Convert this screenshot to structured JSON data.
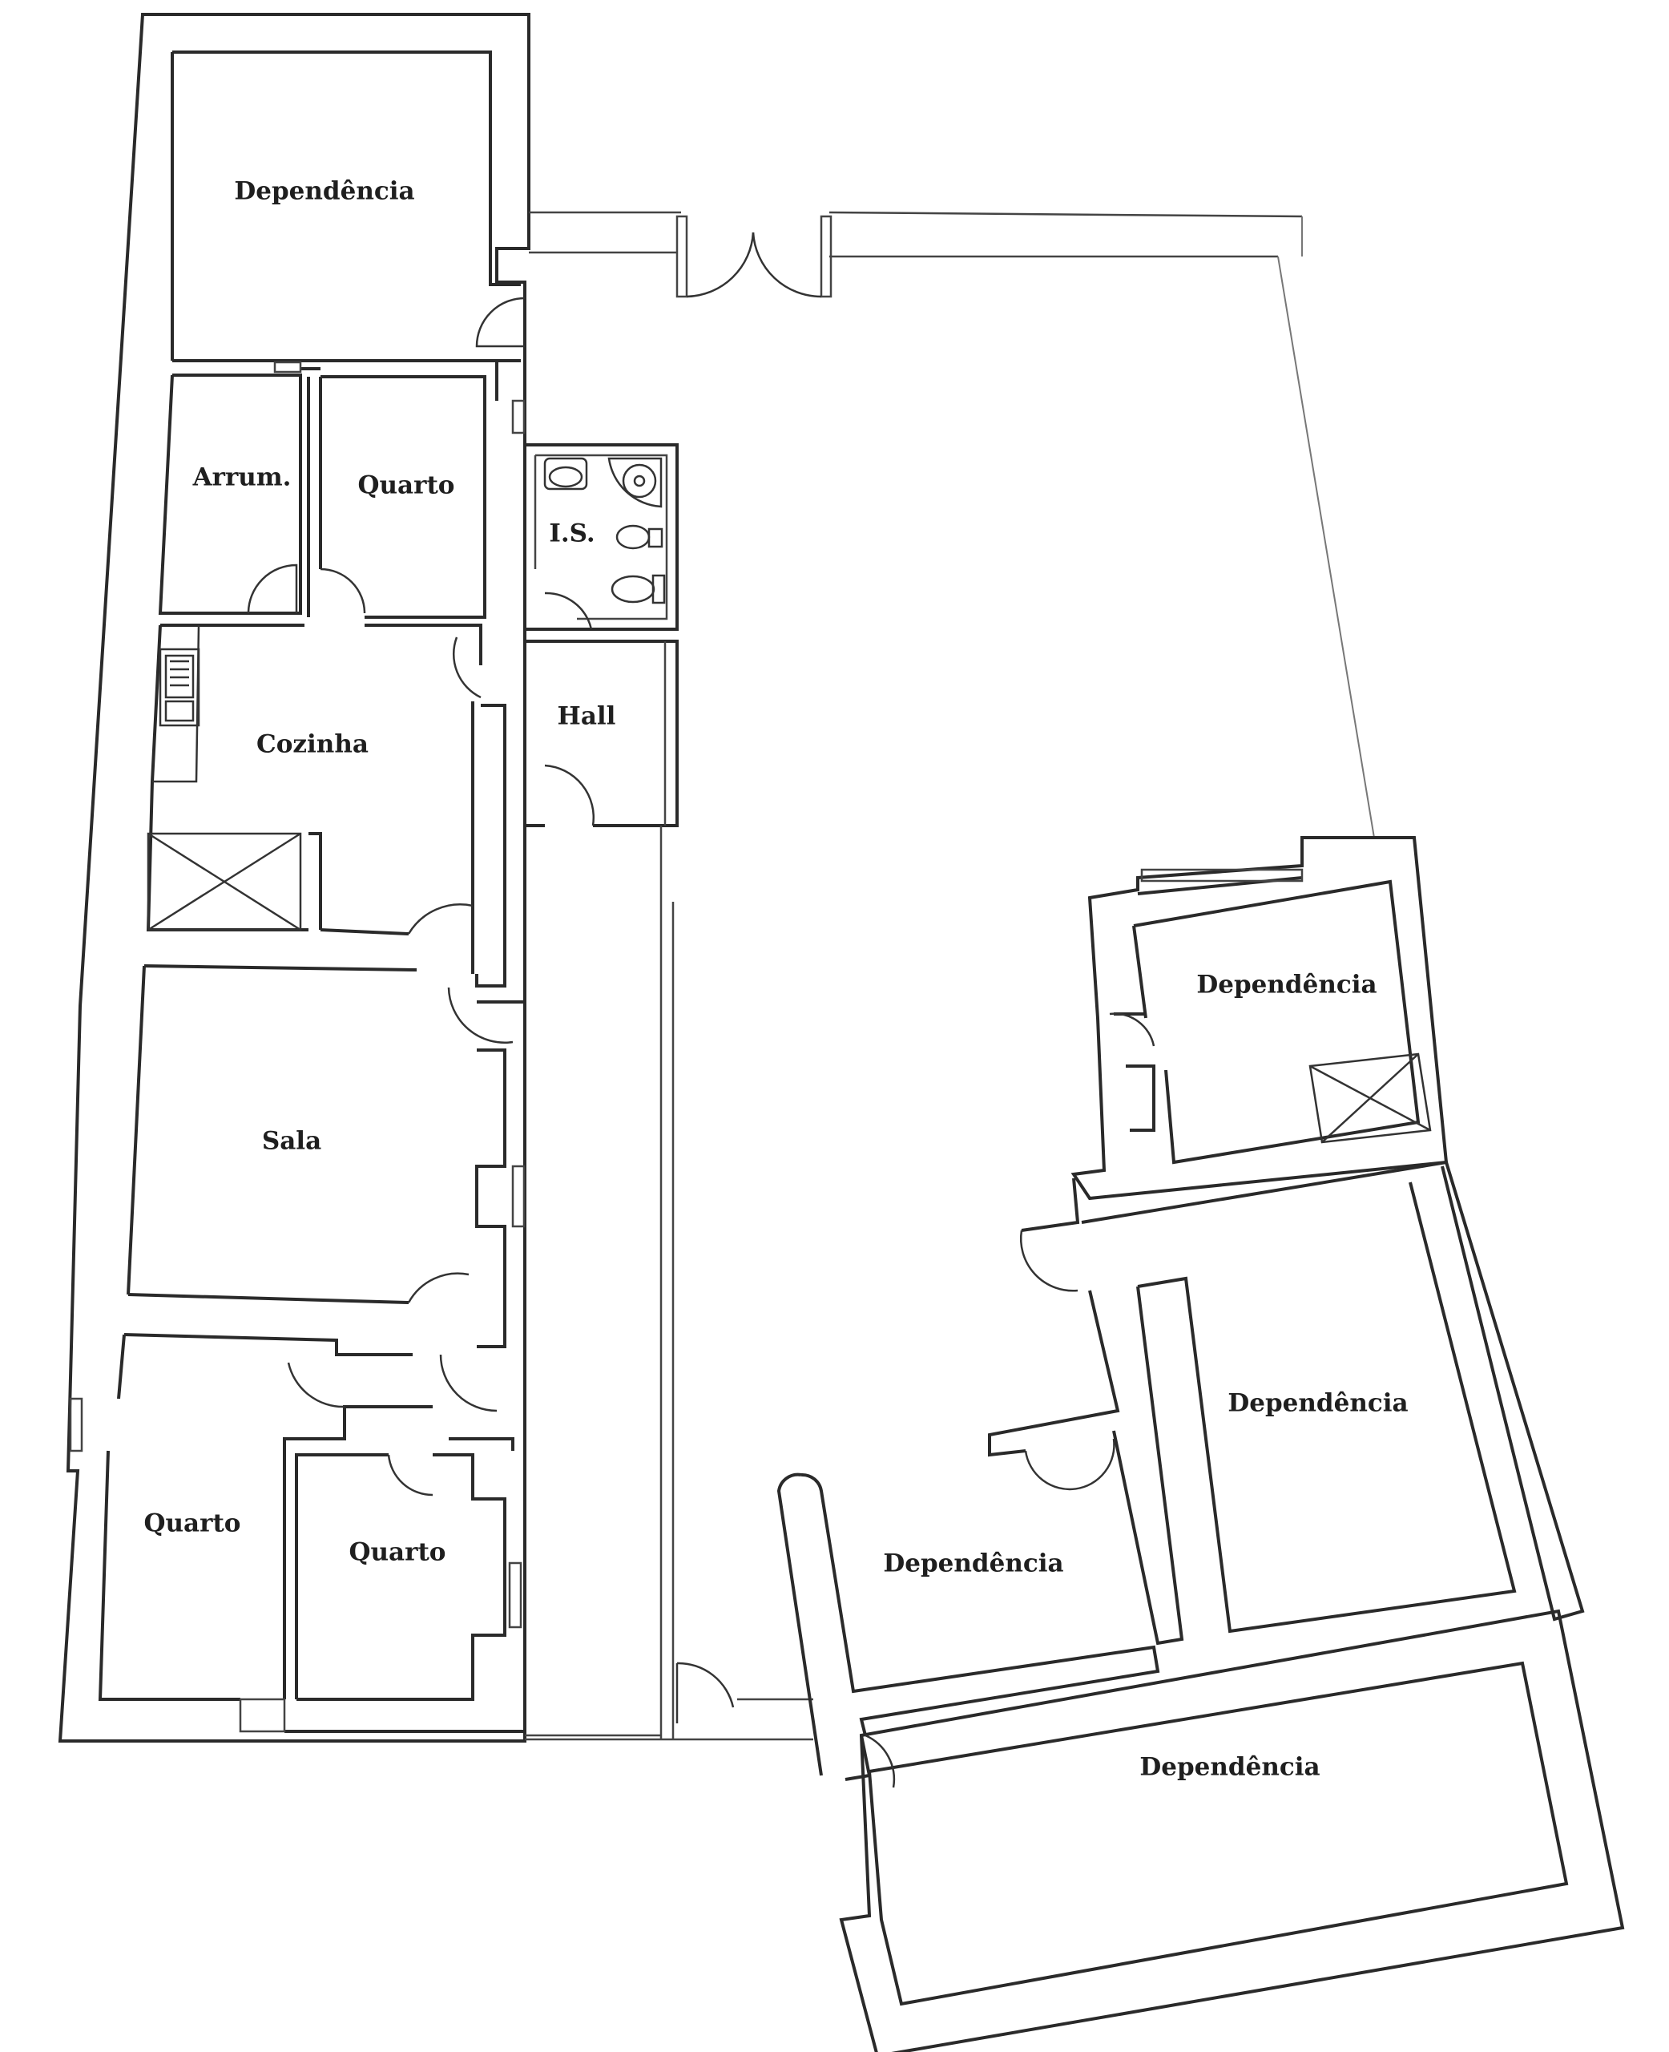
{
  "rooms": {
    "dep_top": "Dependência",
    "arrum": "Arrum.",
    "quarto_top": "Quarto",
    "is": "I.S.",
    "hall": "Hall",
    "cozinha": "Cozinha",
    "sala": "Sala",
    "quarto_bl": "Quarto",
    "quarto_bc": "Quarto",
    "dep_right_top": "Dependência",
    "dep_right_mid": "Dependência",
    "dep_right_low": "Dependência",
    "dep_right_bottom": "Dependência"
  },
  "colors": {
    "line": "#2a2a2a",
    "background": "#ffffff"
  }
}
